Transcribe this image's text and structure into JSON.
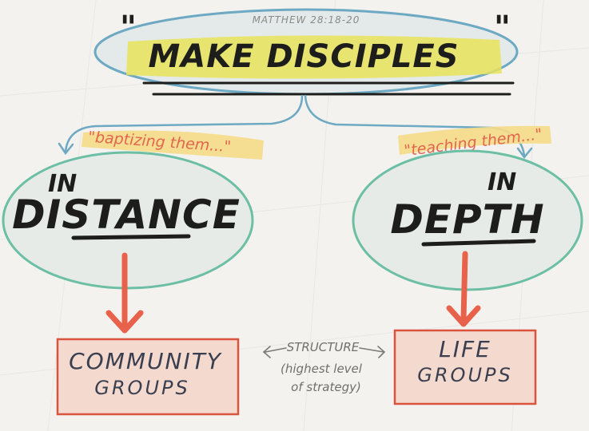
{
  "title": {
    "reference": "MATTHEW 28:18-20",
    "main": "MAKE DISCIPLES",
    "quote_open": "\"",
    "quote_close": "\""
  },
  "left_branch": {
    "quote": "\"baptizing them...\"",
    "prefix": "IN",
    "word": "DISTANCE",
    "box_line1": "COMMUNITY",
    "box_line2": "GROUPS"
  },
  "right_branch": {
    "quote": "\"teaching them...\"",
    "prefix": "IN",
    "word": "DEPTH",
    "box_line1": "LIFE",
    "box_line2": "GROUPS"
  },
  "structure_note": {
    "label": "STRUCTURE",
    "line2": "(highest level",
    "line3": "of strategy)"
  },
  "colors": {
    "background": "#f3f2ef",
    "oval_fill": "#e7ebe8",
    "left_oval_stroke": "#6cbfa5",
    "title_oval_stroke": "#6ea9c4",
    "highlighter": "#e9e35a",
    "connector": "#6ea9c4",
    "arrow": "#e8614a",
    "box_fill": "#f4d9cf",
    "box_stroke": "#d9533d",
    "quote_text": "#e2664f",
    "quote_highlight": "#f5dc86"
  }
}
